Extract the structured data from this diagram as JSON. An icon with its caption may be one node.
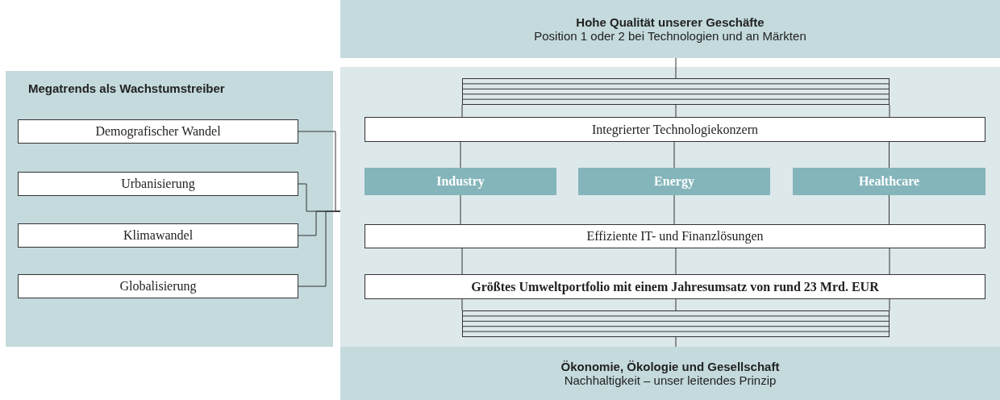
{
  "diagram": {
    "nodes": [
      {
        "text": [
          "Hohe Qualität unserer Geschäfte",
          "Position 1 oder 2 bei Technologien und an Märkten"
        ]
      },
      {
        "text": [
          "Megatrends als Wachstumstreiber"
        ]
      },
      {
        "text": [
          "Demografischer Wandel"
        ],
        "in": 1
      },
      {
        "text": [
          "Urbanisierung"
        ],
        "in": 1
      },
      {
        "text": [
          "Klimawandel"
        ],
        "in": 1
      },
      {
        "text": [
          "Globalisierung"
        ],
        "in": 1
      },
      {
        "text": [],
        "shape": "box"
      },
      {
        "text": [],
        "shape": "bar",
        "in": 6
      },
      {
        "text": [
          "Integrierter Technologiekonzern"
        ],
        "in": 6
      },
      {
        "text": [
          "Industry"
        ],
        "in": 6
      },
      {
        "text": [
          "Energy"
        ],
        "in": 6
      },
      {
        "text": [
          "Healthcare"
        ],
        "in": 6
      },
      {
        "text": [
          "Effiziente IT- und Finanzlösungen"
        ],
        "in": 6
      },
      {
        "text": [
          "Größtes Umweltportfolio mit einem Jahresumsatz von rund 23 Mrd. EUR"
        ],
        "in": 6
      },
      {
        "text": [],
        "shape": "bar",
        "in": 6
      },
      {
        "text": [
          "Ökonomie, Ökologie und Gesellschaft",
          "Nachhaltigkeit – unser leitendes Prinzip"
        ]
      }
    ],
    "edges": [
      {
        "from": 0,
        "to": 7,
        "arrow": "none"
      },
      {
        "from": 2,
        "to": 6,
        "arrow": "none"
      },
      {
        "from": 3,
        "to": 6,
        "arrow": "none"
      },
      {
        "from": 4,
        "to": 6,
        "arrow": "none"
      },
      {
        "from": 5,
        "to": 6,
        "arrow": "none"
      },
      {
        "from": 7,
        "to": 8,
        "arrow": "none"
      },
      {
        "from": 7,
        "to": 8,
        "arrow": "none"
      },
      {
        "from": 7,
        "to": 8,
        "arrow": "none"
      },
      {
        "from": 8,
        "to": 9,
        "arrow": "none"
      },
      {
        "from": 8,
        "to": 10,
        "arrow": "none"
      },
      {
        "from": 8,
        "to": 11,
        "arrow": "none"
      },
      {
        "from": 9,
        "to": 12,
        "arrow": "none"
      },
      {
        "from": 10,
        "to": 12,
        "arrow": "none"
      },
      {
        "from": 11,
        "to": 12,
        "arrow": "none"
      },
      {
        "from": 12,
        "to": 13,
        "arrow": "none"
      },
      {
        "from": 12,
        "to": 13,
        "arrow": "none"
      },
      {
        "from": 12,
        "to": 13,
        "arrow": "none"
      },
      {
        "from": 13,
        "to": 14,
        "arrow": "none"
      },
      {
        "from": 13,
        "to": 14,
        "arrow": "none"
      },
      {
        "from": 13,
        "to": 14,
        "arrow": "none"
      },
      {
        "from": 14,
        "to": 15,
        "arrow": "none"
      }
    ]
  }
}
